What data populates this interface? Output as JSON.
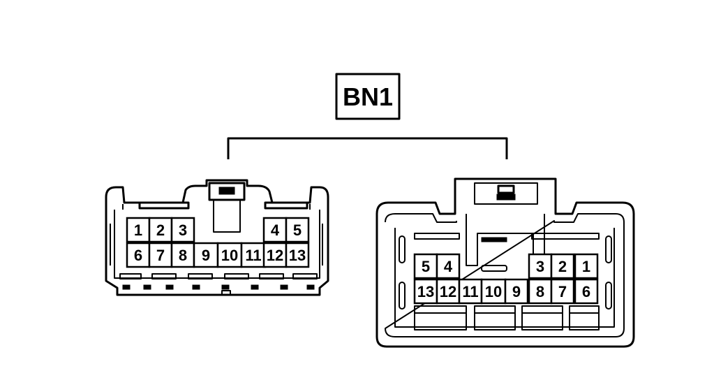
{
  "connector_label": "BN1",
  "left_connector": {
    "top_row": [
      "1",
      "2",
      "3",
      "4",
      "5"
    ],
    "bottom_row": [
      "6",
      "7",
      "8",
      "9",
      "10",
      "11",
      "12",
      "13"
    ]
  },
  "right_connector": {
    "top_row": [
      "5",
      "4",
      "3",
      "2",
      "1"
    ],
    "bottom_row": [
      "13",
      "12",
      "11",
      "10",
      "9",
      "8",
      "7",
      "6"
    ]
  }
}
